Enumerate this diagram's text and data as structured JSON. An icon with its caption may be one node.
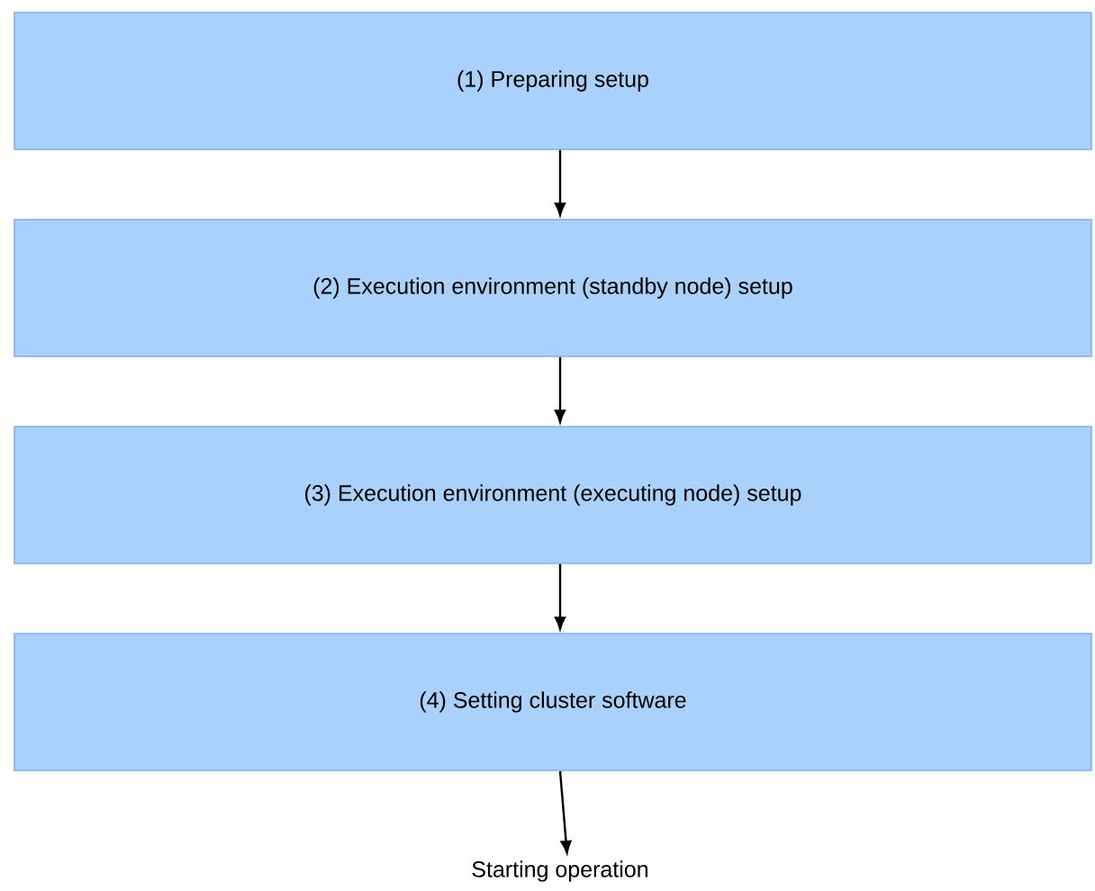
{
  "diagram": {
    "nodes": [
      {
        "text": [
          "(1) Preparing setup"
        ]
      },
      {
        "text": [
          "(2) Execution environment (standby node) setup"
        ]
      },
      {
        "text": [
          "(3) Execution environment (executing node) setup"
        ]
      },
      {
        "text": [
          "(4) Setting cluster software"
        ]
      },
      {
        "text": [
          "Starting operation"
        ]
      }
    ],
    "edges": [
      {
        "from": 0,
        "to": 1,
        "arrow": "to"
      },
      {
        "from": 1,
        "to": 2,
        "arrow": "to"
      },
      {
        "from": 2,
        "to": 3,
        "arrow": "to"
      },
      {
        "from": 3,
        "to": 4,
        "arrow": "to"
      }
    ]
  }
}
